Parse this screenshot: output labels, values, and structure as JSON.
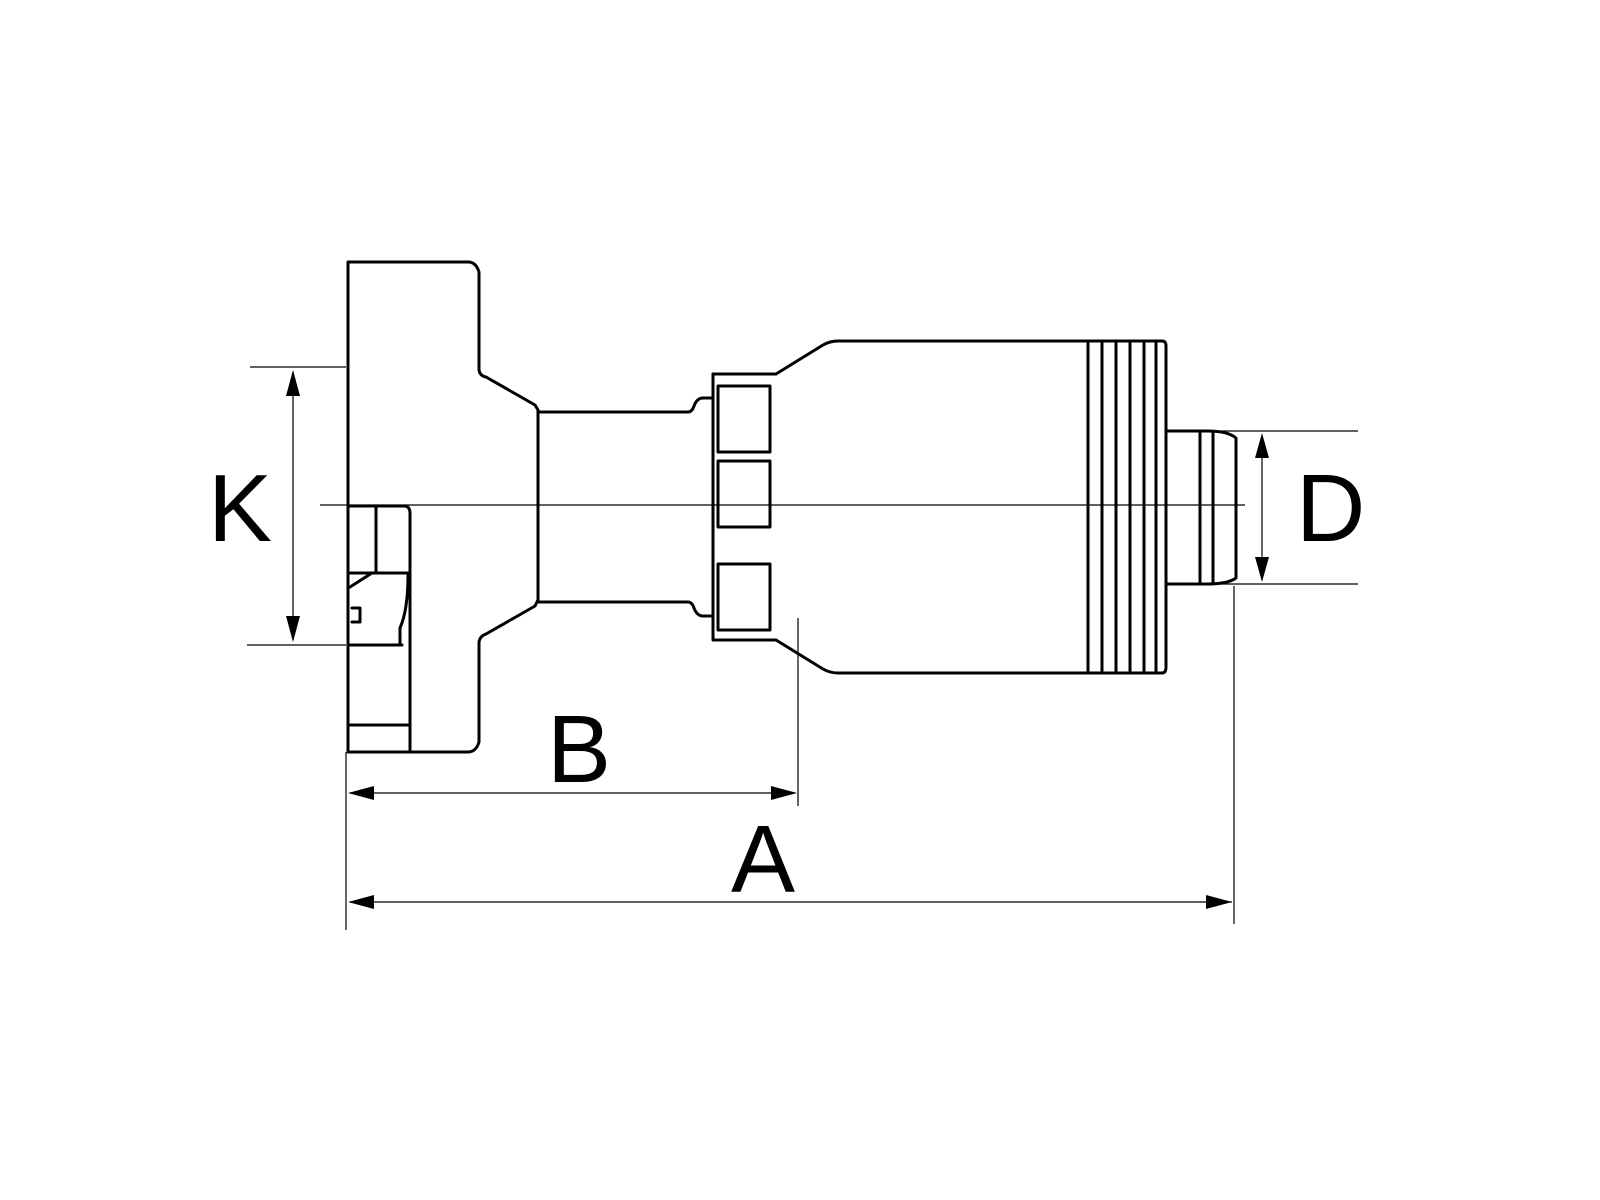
{
  "diagram": {
    "title": "",
    "dimensions": {
      "K": "K",
      "D": "D",
      "B": "B",
      "A": "A"
    }
  }
}
